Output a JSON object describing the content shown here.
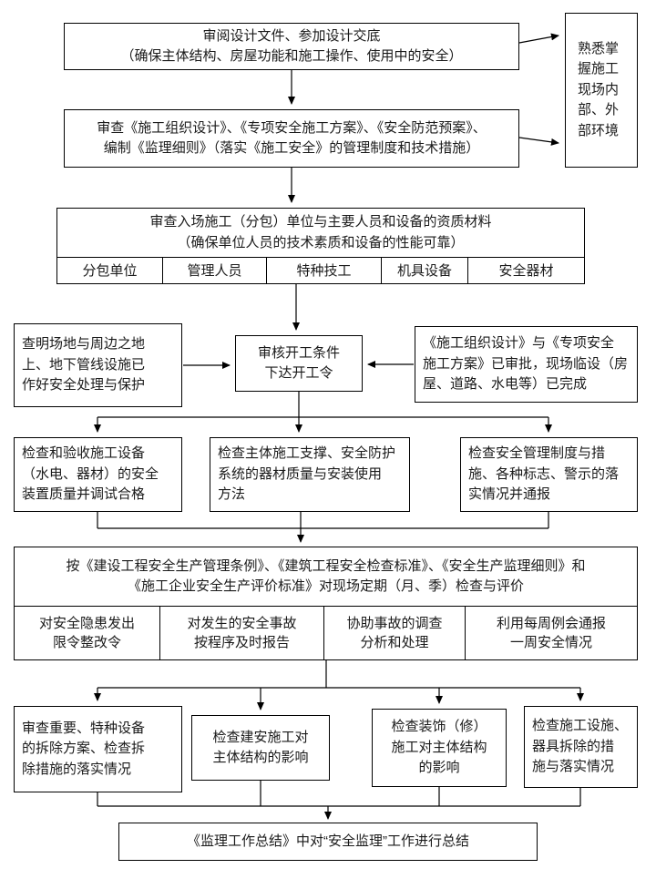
{
  "colors": {
    "line": "#000000",
    "box_border": "#000000",
    "box_bg": "#ffffff"
  },
  "flow": {
    "review_design": "审阅设计文件、参加设计交底\n（确保主体结构、房屋功能和施工操作、使用中的安全）",
    "master_env": "熟悉掌握施工现场内部、外部环境",
    "review_plans": "审查《施工组织设计》、《专项安全施工方案》、《安全防范预案》、\n编制《监理细则》（落实《施工安全》的管理制度和技术措施）",
    "qualification_title": "审查入场施工（分包）单位与主要人员和设备的资质材料\n（确保单位人员的技术素质和设备的性能可靠）",
    "qualification_cells": [
      "分包单位",
      "管理人员",
      "特种技工",
      "机具设备",
      "安全器材"
    ],
    "site_survey": "查明场地与周边之地\n上、地下管线设施已\n作好安全处理与保护",
    "start_condition": "审核开工条件\n下达开工令",
    "plan_approved": "《施工组织设计》与《专项安全\n施工方案》已审批，现场临设（房\n屋、道路、水电等）已完成",
    "check_equipment": "检查和验收施工设备\n（水电、器材）的安全\n装置质量并调试合格",
    "check_support": "检查主体施工支撑、安全防护\n系统的器材质量与安装使用\n方法",
    "check_management": "检查安全管理制度与措\n施、各种标志、警示的落\n实情况并通报",
    "periodic_title": "按《建设工程安全生产管理条例》、《建筑工程安全检查标准》、《安全生产监理细则》和\n《施工企业安全生产评价标准》对现场定期（月、季）检查与评价",
    "periodic_cells": [
      "对安全隐患发出\n限令整改令",
      "对发生的安全事故\n按程序及时报告",
      "协助事故的调查\n分析和处理",
      "利用每周例会通报\n一周安全情况"
    ],
    "demolition_review": "审查重要、特种设备\n的拆除方案、检查拆\n除措施的落实情况",
    "check_construction": "检查建安施工对\n主体结构的影响",
    "check_decoration": "检查装饰（修）\n施工对主体结构\n的影响",
    "check_facility_removal": "检查施工设施、\n器具拆除的措\n施与落实情况",
    "summary": "《监理工作总结》中对“安全监理”工作进行总结"
  }
}
